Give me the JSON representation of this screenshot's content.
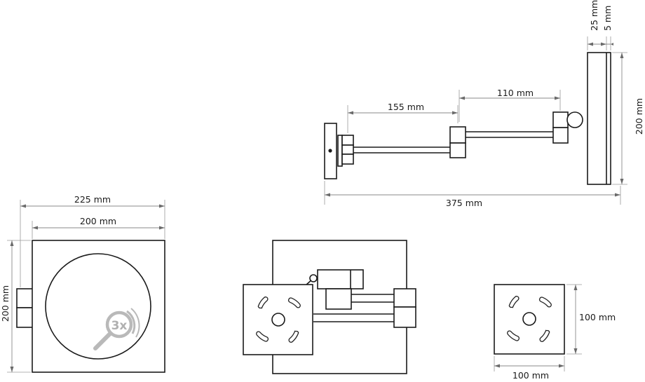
{
  "side_view": {
    "label_thickness": "25 mm",
    "label_glass": "5 mm",
    "label_arm_outer": "110 mm",
    "label_arm_inner": "155 mm",
    "label_height": "200 mm",
    "label_total_reach": "375 mm"
  },
  "front_view": {
    "label_outer_width": "225 mm",
    "label_mirror_width": "200 mm",
    "label_height": "200 mm",
    "magnification": "3x"
  },
  "top_view": {},
  "back_plate": {
    "label_height": "100 mm",
    "label_width": "100 mm"
  },
  "colors": {
    "line": "#1a1a1a",
    "dimension": "#8a8a8a",
    "magnifier_icon": "#b0b0b0"
  }
}
